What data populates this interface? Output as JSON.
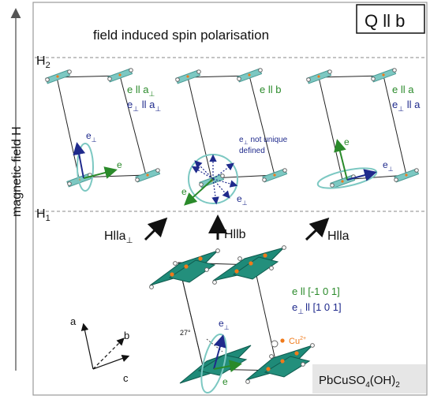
{
  "header": {
    "title": "field induced spin polarisation",
    "q_label": "Q ll b"
  },
  "field_axis": {
    "label": "magnetic field H",
    "h2_label": "H",
    "h2_sub": "2",
    "h1_label": "H",
    "h1_sub": "1"
  },
  "panels": {
    "left": {
      "line1": "e ll a",
      "line1_sub": "⊥",
      "line2": "e",
      "line2_sub": "⊥",
      "line2_tail": " ll a",
      "line2_tail_sub": "⊥",
      "vec_e": "e",
      "vec_eperp": "e",
      "vec_eperp_sub": "⊥"
    },
    "middle": {
      "line1": "e ll b",
      "note1": "e",
      "note1_sub": "⊥",
      "note1_tail": " not unique",
      "note2": "defined",
      "vec_e": "e",
      "vec_eperp": "e",
      "vec_eperp_sub": "⊥"
    },
    "right": {
      "line1": "e ll a",
      "line2": "e",
      "line2_sub": "⊥",
      "line2_tail": " ll a",
      "vec_e": "e",
      "vec_eperp": "e",
      "vec_eperp_sub": "⊥"
    }
  },
  "field_directions": {
    "left": "Hlla",
    "left_sub": "⊥",
    "middle": "Hllb",
    "right": "Hlla"
  },
  "zero_field": {
    "e_label": "e ll [-1 0 1]",
    "eperp_label": "e",
    "eperp_sub": "⊥",
    "eperp_tail": "ll [1 0 1]",
    "angle": "27°",
    "vec_eperp": "e",
    "vec_eperp_sub": "⊥",
    "vec_e": "e",
    "cu_label": "Cu",
    "cu_sup": "2+"
  },
  "axes": {
    "a": "a",
    "b": "b",
    "c": "c"
  },
  "compound": {
    "main": "PbCuSO",
    "s1": "4",
    "mid": "(OH)",
    "s2": "2"
  },
  "colors": {
    "green": "#2a8a2a",
    "navy": "#1f2a8c",
    "teal_chain": "#1e8a78",
    "light_teal": "#7cc8c2",
    "orange": "#f07a1a",
    "compound_bg": "#e6e6e6"
  }
}
